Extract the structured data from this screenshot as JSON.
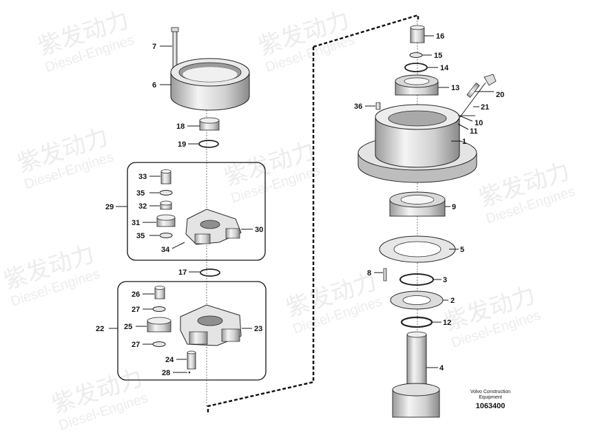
{
  "watermark": {
    "brand_cn": "紫发动力",
    "brand_en": "Diesel-Engines"
  },
  "part_labels": {
    "p1": "1",
    "p2": "2",
    "p3": "3",
    "p4": "4",
    "p5": "5",
    "p6": "6",
    "p7": "7",
    "p8": "8",
    "p9": "9",
    "p10": "10",
    "p11": "11",
    "p12": "12",
    "p13": "13",
    "p14": "14",
    "p15": "15",
    "p16": "16",
    "p17": "17",
    "p18": "18",
    "p19": "19",
    "p20": "20",
    "p21": "21",
    "p22": "22",
    "p23": "23",
    "p24": "24",
    "p25": "25",
    "p26": "26",
    "p27a": "27",
    "p27b": "27",
    "p28": "28",
    "p29": "29",
    "p30": "30",
    "p31": "31",
    "p32": "32",
    "p33": "33",
    "p34": "34",
    "p35a": "35",
    "p35b": "35",
    "p36": "36"
  },
  "footer": {
    "company_line1": "Volvo Construction",
    "company_line2": "Equipment",
    "drawing_number": "1063400"
  },
  "colors": {
    "metal_light": "#f2f2f2",
    "metal_mid": "#cfcfcf",
    "metal_dark": "#8c8c8c",
    "outline": "#222222"
  }
}
